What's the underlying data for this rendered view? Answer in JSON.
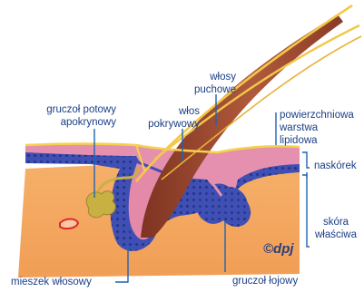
{
  "labels": {
    "wlosy_puchowe": [
      "włosy",
      "puchowe"
    ],
    "gruczol_potowy": [
      "gruczoł potowy",
      "apokrynowy"
    ],
    "wlos_pokrywowy": [
      "włos",
      "pokrywowy"
    ],
    "warstwa_lipidowa": [
      "powierzchniowa",
      "warstwa",
      "lipidowa"
    ],
    "naskorek": "naskórek",
    "skora_wlasciwa": [
      "skóra",
      "właściwa"
    ],
    "mieszek_wlosowy": "mieszek włosowy",
    "gruczol_lojowy": "gruczoł łojowy",
    "logo": "©dpj"
  },
  "colors": {
    "leader": "#1f63b4",
    "label_text": "#1b3f86",
    "dermis": "#f6ad66",
    "epidermis_outer": "#e690b0",
    "epidermis_basal": "#3f4fb3",
    "lipid_layer": "#f4d24a",
    "hair": "#a64c32",
    "sweat_gland": "#c8b042",
    "vessel": "#e0282c"
  }
}
